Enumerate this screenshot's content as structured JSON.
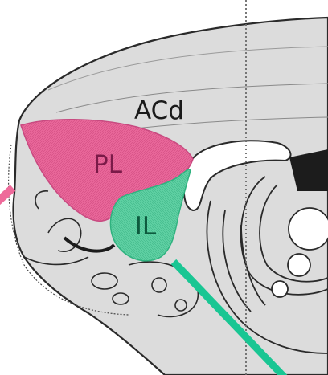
{
  "regions": [
    {
      "label": "ACd",
      "color": "#1a1a1a"
    },
    {
      "label": "PL",
      "color": "#7a1a48",
      "fill": "#e9679a"
    },
    {
      "label": "IL",
      "color": "#0d5a3e",
      "fill": "#5fd0a3"
    }
  ],
  "colors": {
    "tissue": "#dcdcdc",
    "outline": "#2a2a2a",
    "midline": "#6a6a6a",
    "probe_pl": "#ee6a9a",
    "probe_il": "#19c693"
  }
}
